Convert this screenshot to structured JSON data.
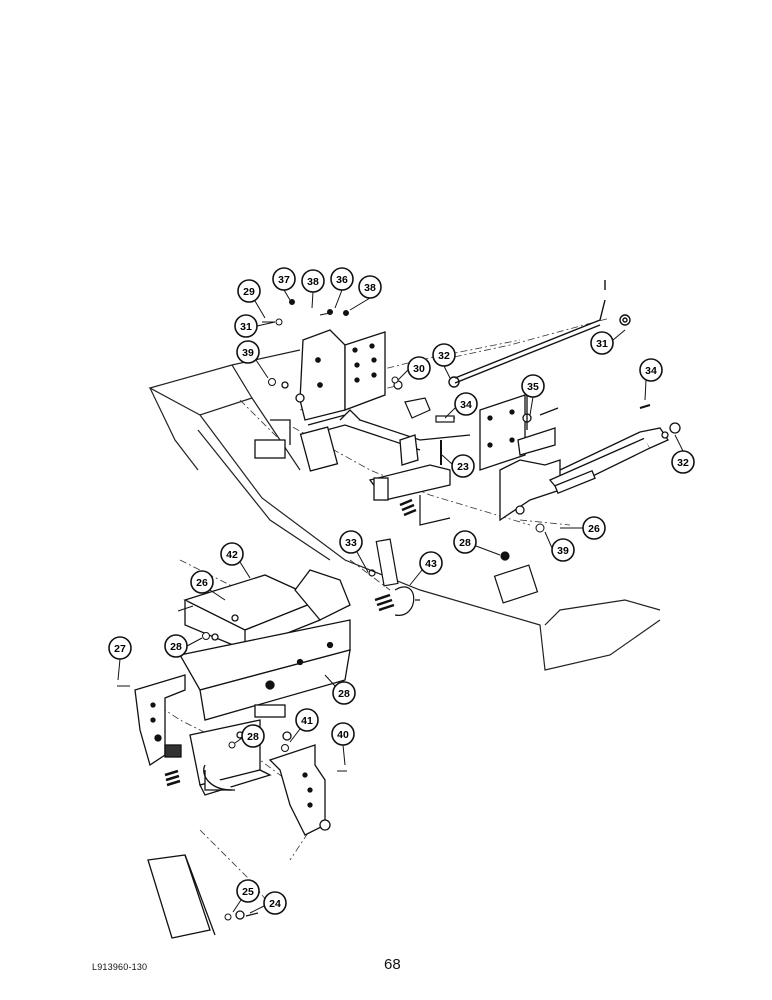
{
  "footer": {
    "drawing_code": "L913960-130",
    "page_number": "68"
  },
  "callouts": [
    "37",
    "38",
    "36",
    "38",
    "29",
    "31",
    "39",
    "30",
    "32",
    "34",
    "35",
    "34",
    "31",
    "32",
    "23",
    "26",
    "39",
    "28",
    "33",
    "43",
    "42",
    "26",
    "28",
    "27",
    "28",
    "41",
    "40",
    "28",
    "25",
    "24"
  ]
}
